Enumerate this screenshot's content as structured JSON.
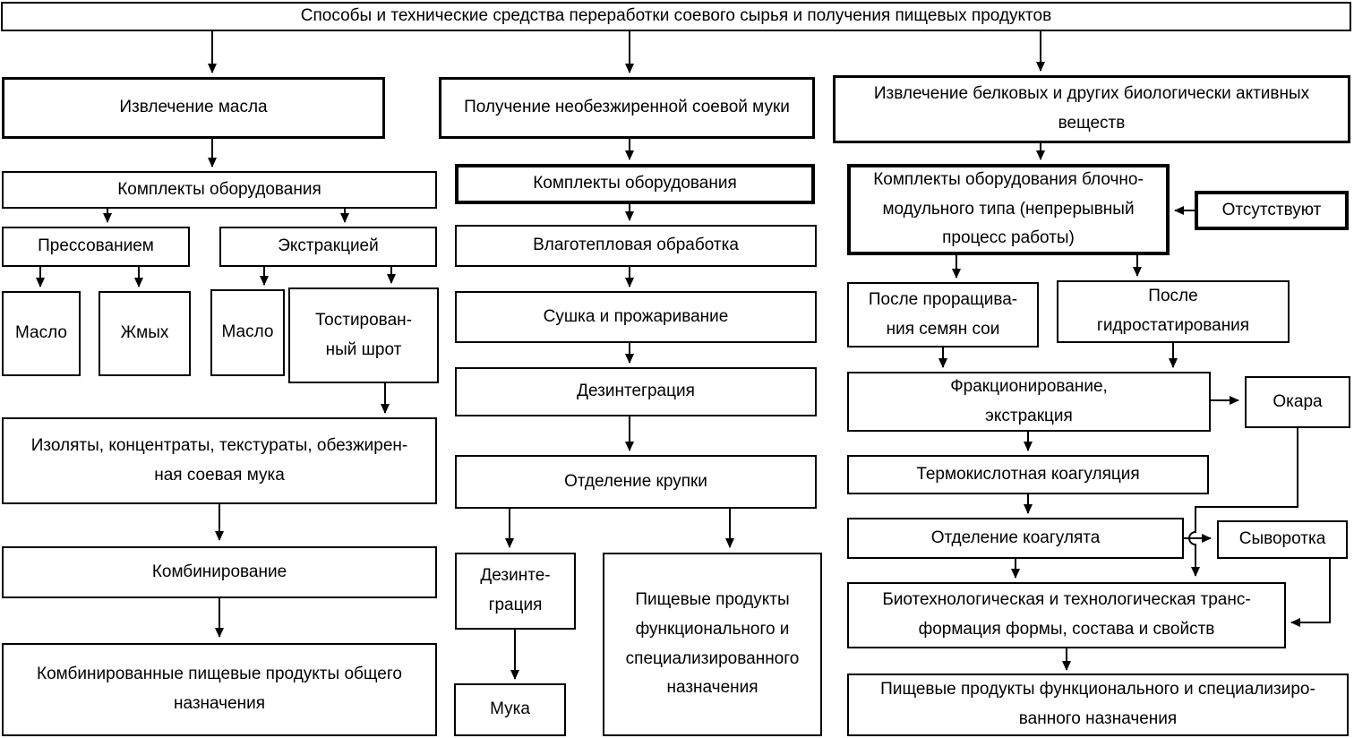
{
  "colors": {
    "line": "#000000",
    "box_border": "#000000",
    "background": "#ffffff"
  },
  "nodes": {
    "title": {
      "label": "Способы и технические средства переработки соевого сырья и получения пищевых продуктов"
    },
    "oil_extraction": {
      "label": "Извлечение масла"
    },
    "oil_equipment": {
      "label": "Комплекты оборудования"
    },
    "pressing": {
      "label": "Прессованием"
    },
    "extraction": {
      "label": "Экстракцией"
    },
    "oil_pressed": {
      "label": "Масло"
    },
    "cake": {
      "label": "Жмых"
    },
    "oil_extracted": {
      "label": "Масло"
    },
    "toasted_meal": {
      "label": "Тостирован-\nный шрот"
    },
    "isolates": {
      "label": "Изоляты, концентраты, текстураты,  обезжирен-\nная соевая мука"
    },
    "combining": {
      "label": "Комбинирование"
    },
    "combined_products": {
      "label": "Комбинированные пищевые продукты общего\nназначения"
    },
    "flour_production": {
      "label": "Получение необезжиренной соевой муки"
    },
    "flour_equipment": {
      "label": "Комплекты оборудования"
    },
    "moist_heat": {
      "label": "Влаготепловая обработка"
    },
    "drying": {
      "label": "Сушка и прожаривание"
    },
    "disintegration": {
      "label": "Дезинтеграция"
    },
    "grits_separation": {
      "label": "Отделение крупки"
    },
    "disintegration_small": {
      "label": "Дезинте-\nграция"
    },
    "flour": {
      "label": "Мука"
    },
    "functional_mid": {
      "label": "Пищевые продукты\nфункционального и\nспециализированного\nназначения"
    },
    "protein_extraction": {
      "label": "Извлечение белковых и других  биологически активных\nвеществ"
    },
    "modular_equipment": {
      "label": "Комплекты оборудования блочно-\nмодульного типа (непрерывный\nпроцесс работы)"
    },
    "absent": {
      "label": "Отсутствуют"
    },
    "after_germination": {
      "label": "После проращива-\nния семян сои"
    },
    "after_hydration": {
      "label": "После\nгидростатирования"
    },
    "fractionation": {
      "label": "Фракционирование,\nэкстракция"
    },
    "okara": {
      "label": "Окара"
    },
    "thermoacid_coagulation": {
      "label": "Термокислотная коагуляция"
    },
    "coagulate_separation": {
      "label": "Отделение коагулята"
    },
    "whey": {
      "label": "Сыворотка"
    },
    "biotech_transformation": {
      "label": "Биотехнологическая и технологическая транс-\nформация формы, состава и свойств"
    },
    "functional_right": {
      "label": "Пищевые продукты функционального и специализиро-\nванного назначения"
    }
  },
  "edges": [
    {
      "from": "title",
      "to": "oil_extraction"
    },
    {
      "from": "title",
      "to": "flour_production"
    },
    {
      "from": "title",
      "to": "protein_extraction"
    },
    {
      "from": "oil_extraction",
      "to": "oil_equipment"
    },
    {
      "from": "oil_equipment",
      "to": "pressing"
    },
    {
      "from": "oil_equipment",
      "to": "extraction"
    },
    {
      "from": "pressing",
      "to": "oil_pressed"
    },
    {
      "from": "pressing",
      "to": "cake"
    },
    {
      "from": "extraction",
      "to": "oil_extracted"
    },
    {
      "from": "extraction",
      "to": "toasted_meal"
    },
    {
      "from": "toasted_meal",
      "to": "isolates"
    },
    {
      "from": "isolates",
      "to": "combining"
    },
    {
      "from": "combining",
      "to": "combined_products"
    },
    {
      "from": "flour_production",
      "to": "flour_equipment"
    },
    {
      "from": "flour_equipment",
      "to": "moist_heat"
    },
    {
      "from": "moist_heat",
      "to": "drying"
    },
    {
      "from": "drying",
      "to": "disintegration"
    },
    {
      "from": "disintegration",
      "to": "grits_separation"
    },
    {
      "from": "grits_separation",
      "to": "disintegration_small"
    },
    {
      "from": "grits_separation",
      "to": "functional_mid"
    },
    {
      "from": "disintegration_small",
      "to": "flour"
    },
    {
      "from": "protein_extraction",
      "to": "modular_equipment"
    },
    {
      "from": "absent",
      "to": "modular_equipment"
    },
    {
      "from": "modular_equipment",
      "to": "after_germination"
    },
    {
      "from": "modular_equipment",
      "to": "after_hydration"
    },
    {
      "from": "after_germination",
      "to": "fractionation"
    },
    {
      "from": "after_hydration",
      "to": "fractionation"
    },
    {
      "from": "fractionation",
      "to": "okara"
    },
    {
      "from": "fractionation",
      "to": "thermoacid_coagulation"
    },
    {
      "from": "thermoacid_coagulation",
      "to": "coagulate_separation"
    },
    {
      "from": "coagulate_separation",
      "to": "whey"
    },
    {
      "from": "coagulate_separation",
      "to": "biotech_transformation"
    },
    {
      "from": "okara",
      "to": "biotech_transformation"
    },
    {
      "from": "whey",
      "to": "biotech_transformation"
    },
    {
      "from": "biotech_transformation",
      "to": "functional_right"
    }
  ]
}
